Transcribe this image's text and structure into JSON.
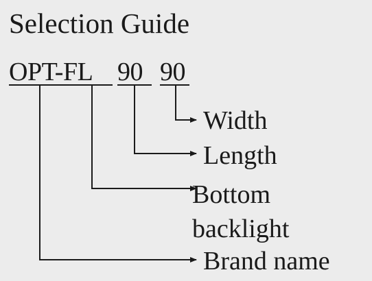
{
  "title": "Selection Guide",
  "model_code": {
    "brand": "OPT-FL",
    "length": "90",
    "width": "90"
  },
  "labels": {
    "width": "Width",
    "length": "Length",
    "bottom_backlight": "Bottom backlight",
    "brand_name": "Brand name"
  },
  "colors": {
    "background": "#ececec",
    "ink": "#1a1a1a"
  }
}
